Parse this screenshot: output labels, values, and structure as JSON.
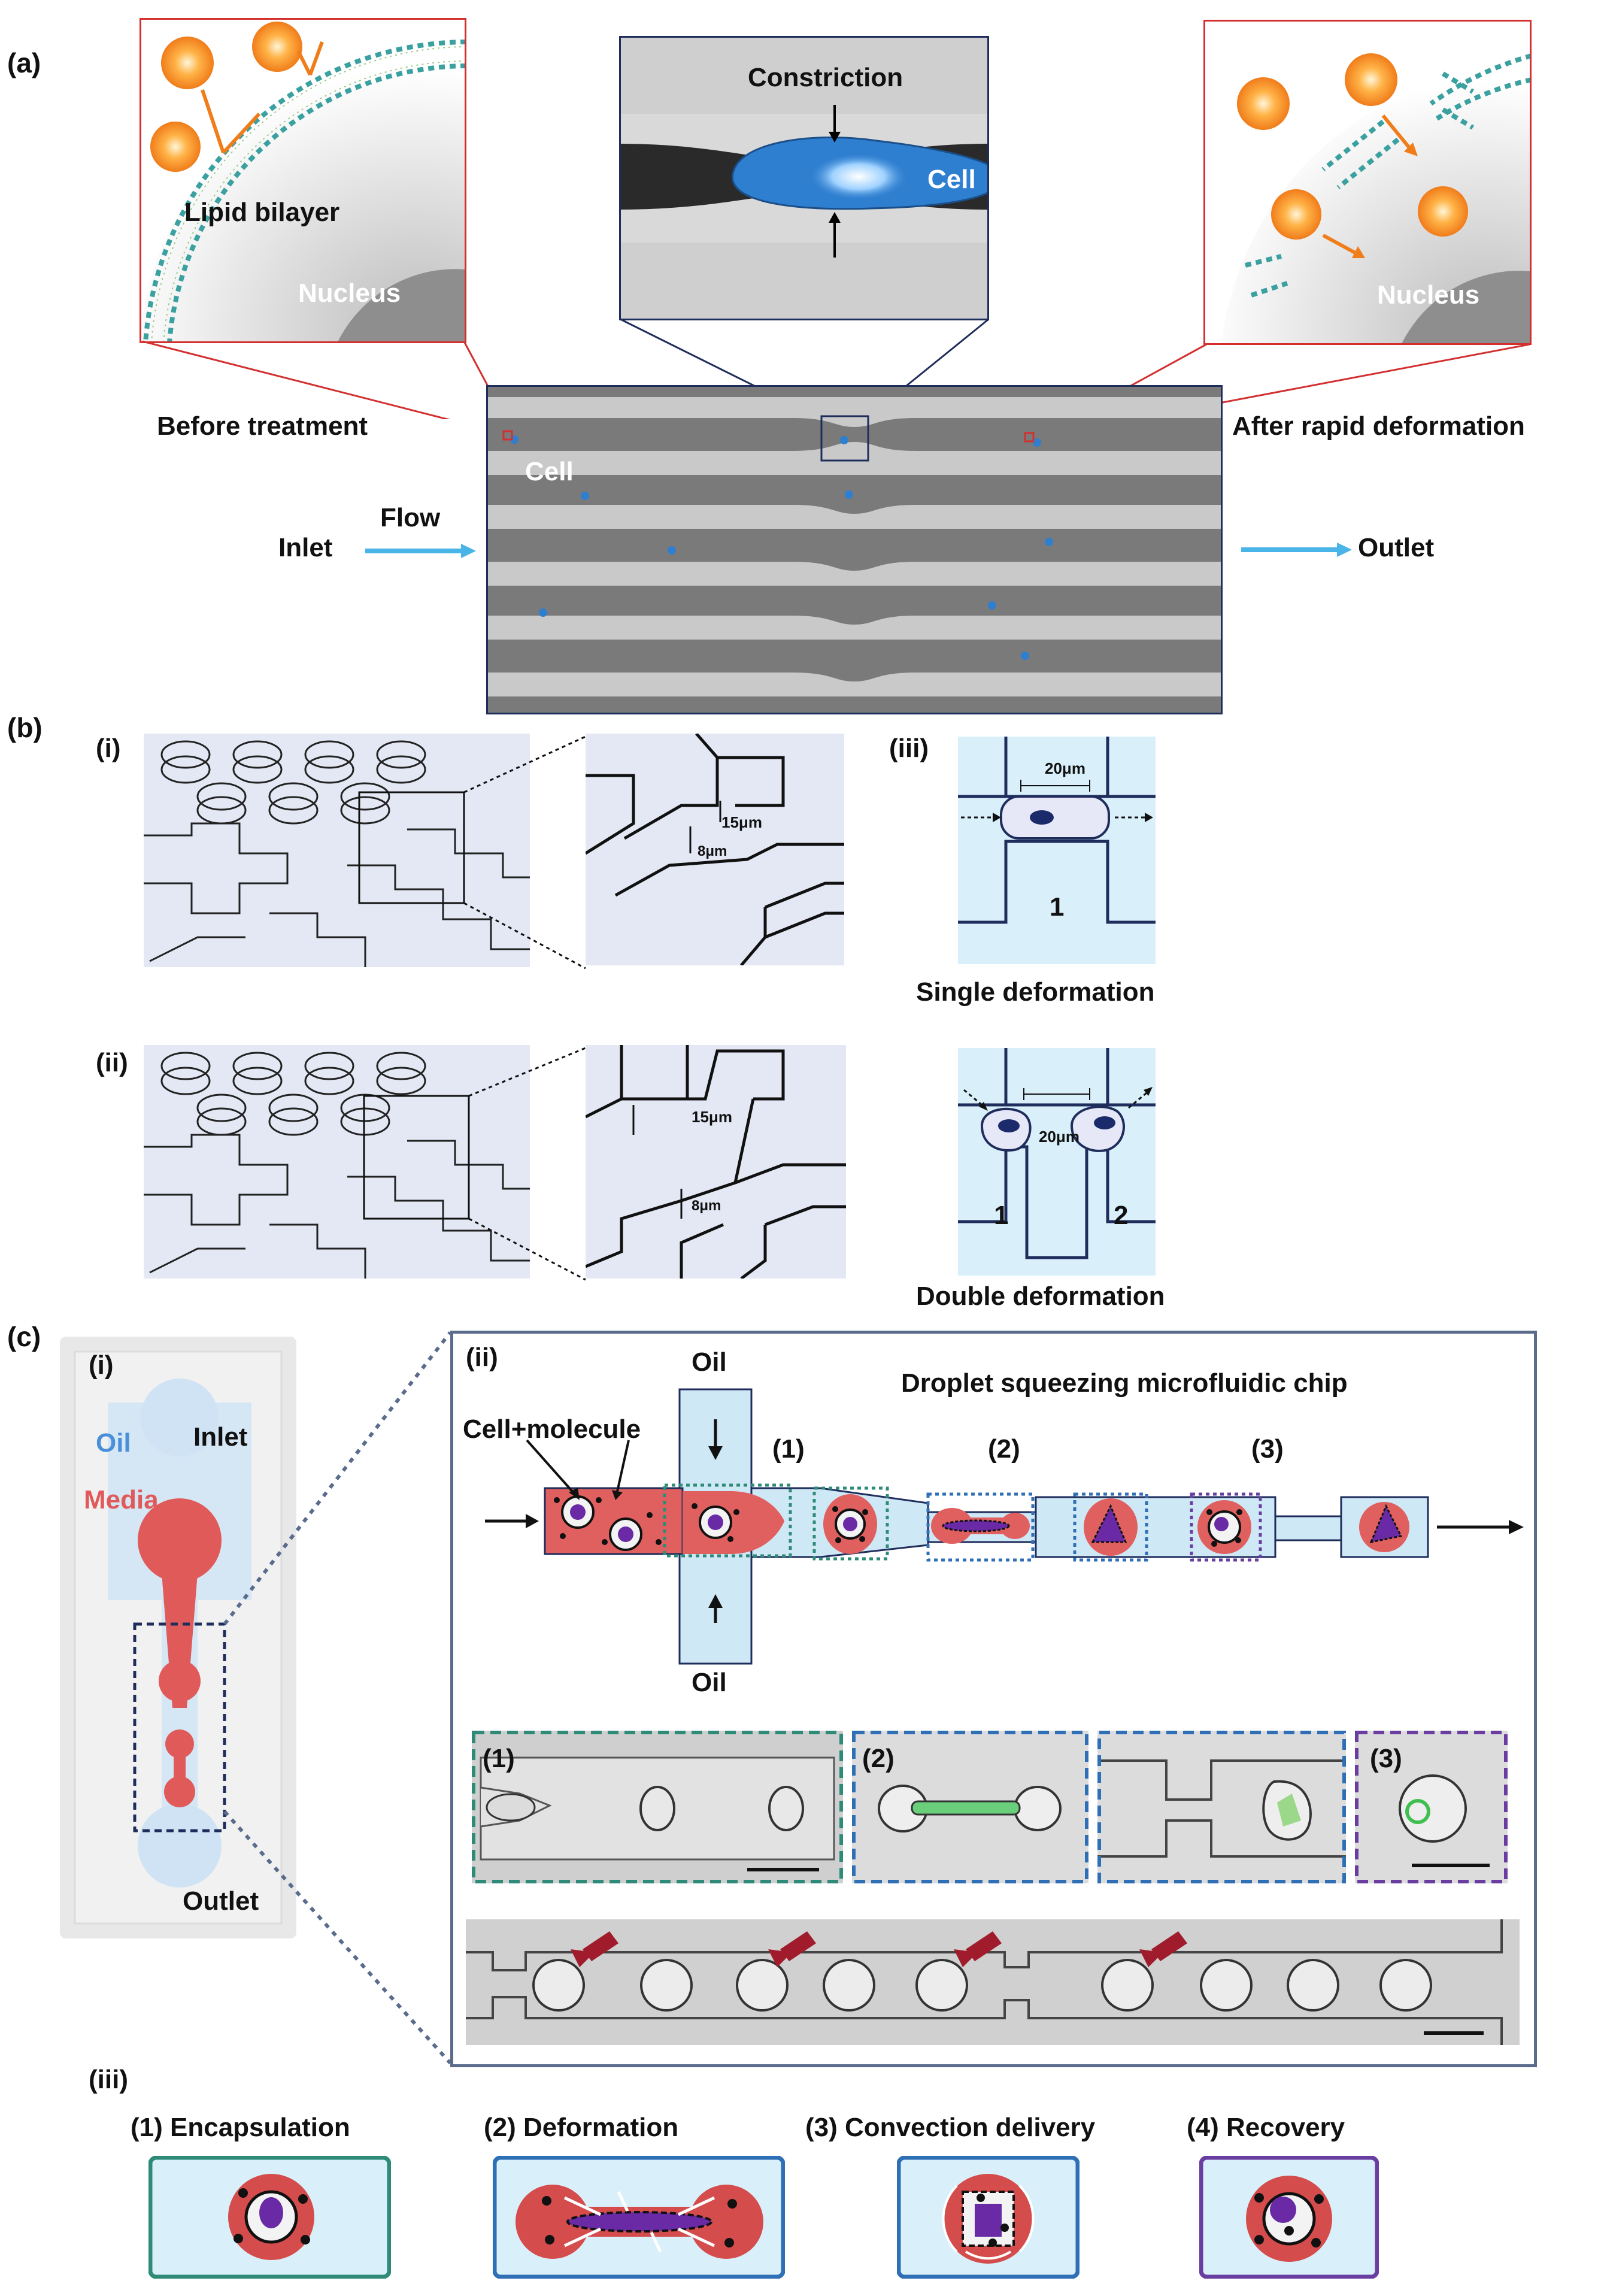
{
  "panel_a": {
    "letter": "(a)",
    "insets": {
      "left": {
        "bilayer": "Lipid bilayer",
        "nucleus": "Nucleus"
      },
      "center": {
        "constriction": "Constriction",
        "cell": "Cell"
      },
      "right": {
        "nucleus": "Nucleus"
      }
    },
    "labels": {
      "before": "Before treatment",
      "after": "After rapid deformation",
      "cell": "Cell",
      "flow": "Flow",
      "inlet": "Inlet",
      "outlet": "Outlet"
    }
  },
  "panel_b": {
    "letter": "(b)",
    "i": "(i)",
    "ii": "(ii)",
    "iii": "(iii)",
    "dim15": "15μm",
    "dim8": "8μm",
    "dim20": "20μm",
    "single_num": "1",
    "double_num1": "1",
    "double_num2": "2",
    "single_caption": "Single deformation",
    "double_caption": "Double deformation"
  },
  "panel_c": {
    "letter": "(c)",
    "i": {
      "label": "(i)",
      "oil": "Oil",
      "inlet": "Inlet",
      "media": "Media",
      "outlet": "Outlet"
    },
    "ii": {
      "label": "(ii)",
      "title": "Droplet squeezing microfluidic chip",
      "oil_top": "Oil",
      "oil_bottom": "Oil",
      "cell_molecule": "Cell+molecule",
      "step1": "(1)",
      "step2": "(2)",
      "step3": "(3)",
      "micro1": "(1)",
      "micro2": "(2)",
      "micro3": "(3)"
    },
    "iii": {
      "label": "(iii)",
      "steps": [
        "(1) Encapsulation",
        "(2) Deformation",
        "(3) Convection delivery",
        "(4) Recovery"
      ]
    }
  },
  "colors": {
    "red_box": "#d32f2f",
    "navy": "#1f2d5c",
    "cell_blue": "#2f7fd0",
    "droplet_red": "#e06060",
    "channel_blue": "#cfe8f5",
    "teal": "#2e8b78",
    "purple": "#6a3ea1"
  }
}
